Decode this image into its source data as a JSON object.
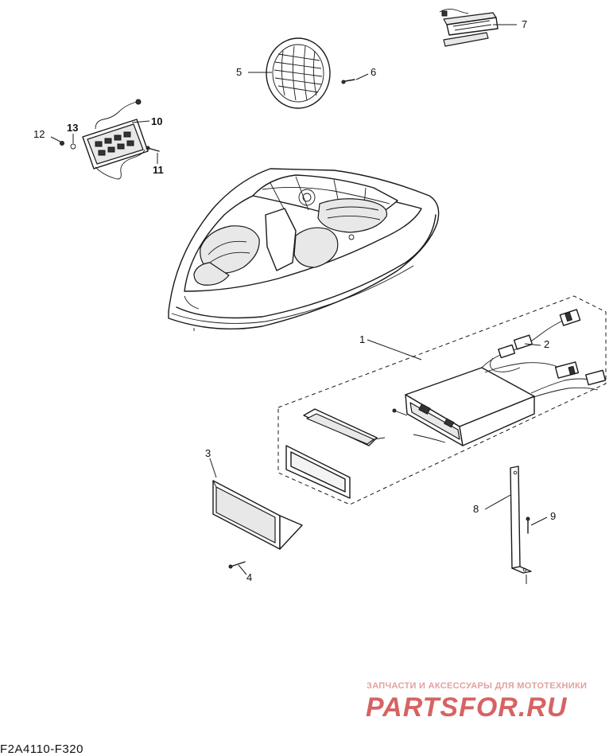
{
  "diagram": {
    "code": "F2A4110-F320",
    "callouts": [
      {
        "id": "callout-1",
        "label": "1"
      },
      {
        "id": "callout-2",
        "label": "2"
      },
      {
        "id": "callout-3",
        "label": "3"
      },
      {
        "id": "callout-4",
        "label": "4"
      },
      {
        "id": "callout-5",
        "label": "5"
      },
      {
        "id": "callout-6",
        "label": "6"
      },
      {
        "id": "callout-7",
        "label": "7"
      },
      {
        "id": "callout-8",
        "label": "8"
      },
      {
        "id": "callout-9",
        "label": "9"
      },
      {
        "id": "callout-10",
        "label": "10"
      },
      {
        "id": "callout-11",
        "label": "11"
      },
      {
        "id": "callout-12",
        "label": "12"
      },
      {
        "id": "callout-13",
        "label": "13"
      }
    ]
  },
  "watermark": {
    "caption": "ЗАПЧАСТИ И АКСЕССУАРЫ ДЛЯ МОТОТЕХНИКИ",
    "logo": "PARTSFOR.RU",
    "color": "#d04848"
  }
}
